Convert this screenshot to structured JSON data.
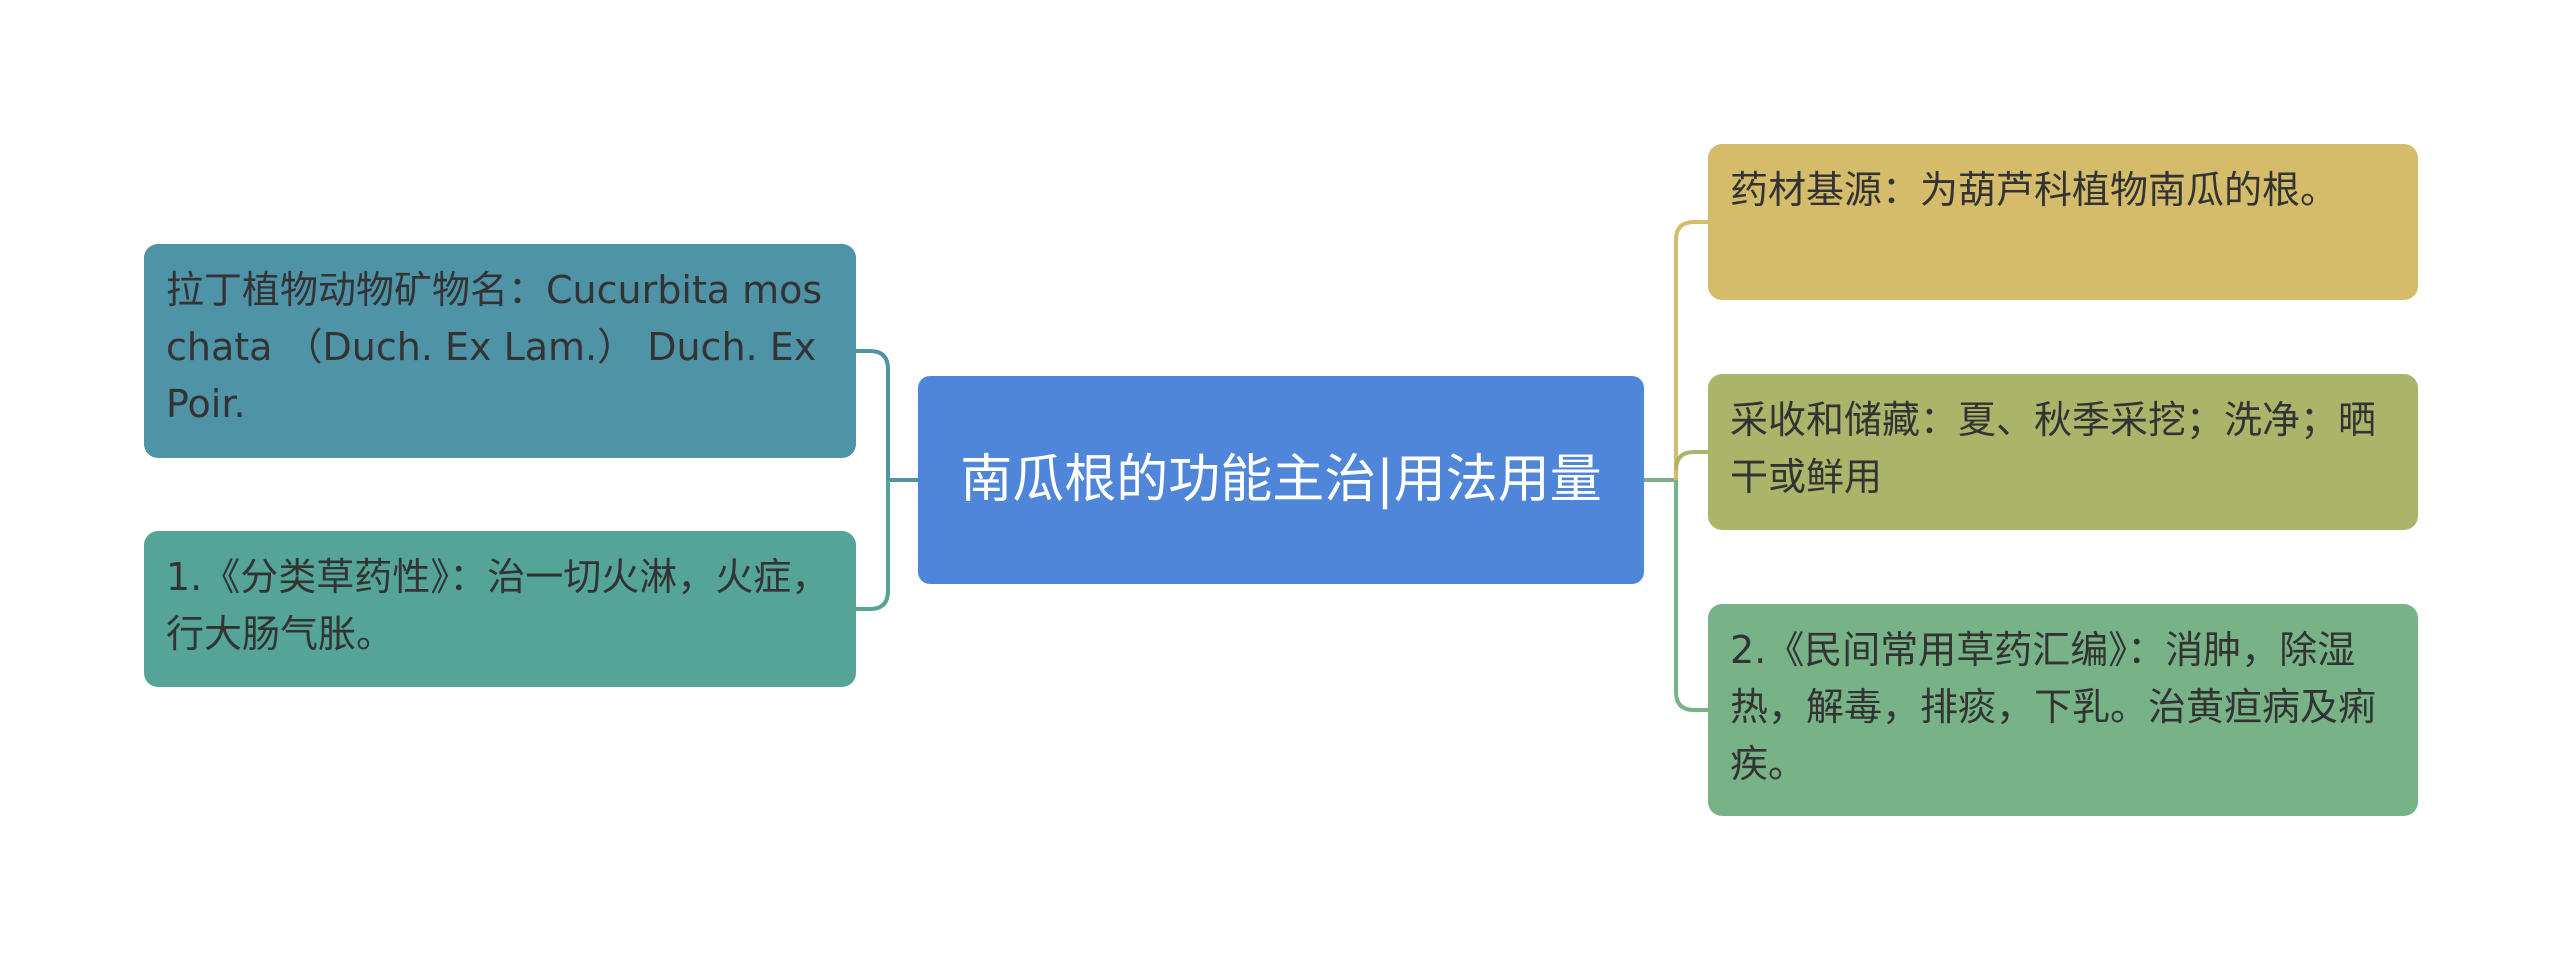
{
  "center": {
    "label": "南瓜根的功能主治|用法用量",
    "color": "#4f86d9"
  },
  "left_branches": [
    {
      "label": "拉丁植物动物矿物名：Cucurbita moschata （Duch. Ex Lam.） Duch. Ex Poir.",
      "color": "#4f93a6",
      "line_color": "#4f93a6"
    },
    {
      "label": "1.《分类草药性》：治一切火淋，火症，行大肠气胀。",
      "color": "#54a598",
      "line_color": "#54a598"
    }
  ],
  "right_branches": [
    {
      "label": "药材基源：为葫芦科植物南瓜的根。",
      "color": "#d4bc6a",
      "line_color": "#d4bc6a"
    },
    {
      "label": "采收和储藏：夏、秋季采挖；洗净；晒干或鲜用",
      "color": "#abb56a",
      "line_color": "#abb56a"
    },
    {
      "label": "2.《民间常用草药汇编》：消肿，除湿热，解毒，排痰，下乳。治黄疸病及痢疾。",
      "color": "#78b387",
      "line_color": "#78b387"
    }
  ]
}
